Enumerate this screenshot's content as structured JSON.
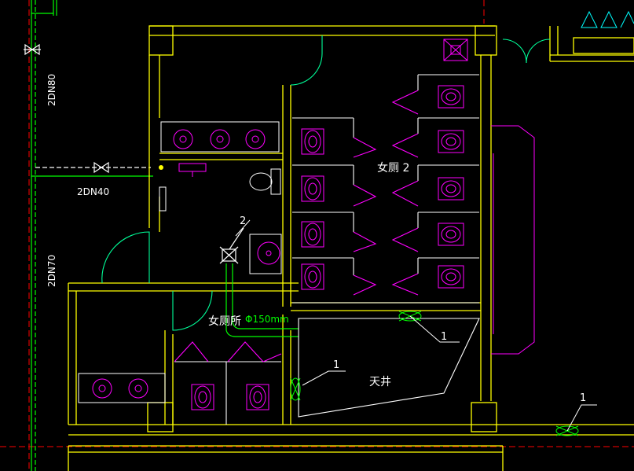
{
  "drawing": {
    "pipe_labels": {
      "dn80": "2DN80",
      "dn40": "2DN40",
      "dn70": "2DN70"
    },
    "room_labels": {
      "womens_2": "女厕 2",
      "womens": "女厕所",
      "light_well": "天井"
    },
    "duct_label": "Φ150mm",
    "callouts": {
      "exhaust_1": "1",
      "exhaust_2": "1",
      "exhaust_3": "1",
      "vent_2": "2"
    }
  },
  "colors": {
    "background": "#000000",
    "wall": "#ffff00",
    "fixture": "#ff00ff",
    "pipe": "#00ff00",
    "annotation": "#ffffff",
    "door": "#00ff99",
    "grid": "#ff0000",
    "fan": "#00ffff"
  }
}
